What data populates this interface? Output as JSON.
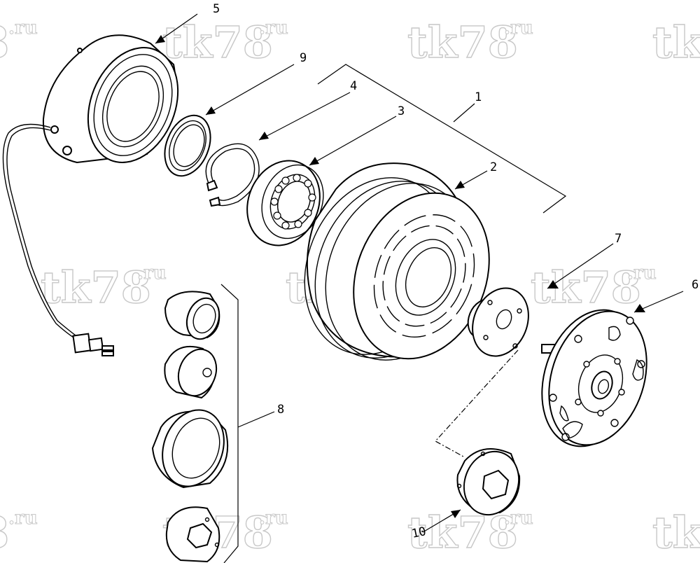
{
  "watermark": {
    "main": "tk78",
    "suffix": ".ru",
    "left_fragment_main": "8",
    "left_fragment_suffix": ".ru",
    "right_fragment": "tk"
  },
  "callouts": [
    {
      "id": "5",
      "label": "5"
    },
    {
      "id": "9",
      "label": "9"
    },
    {
      "id": "4",
      "label": "4"
    },
    {
      "id": "3",
      "label": "3"
    },
    {
      "id": "1",
      "label": "1"
    },
    {
      "id": "2",
      "label": "2"
    },
    {
      "id": "7",
      "label": "7"
    },
    {
      "id": "6",
      "label": "6"
    },
    {
      "id": "8",
      "label": "8"
    },
    {
      "id": "10",
      "label": "10"
    }
  ],
  "parts": [
    {
      "callout": "5",
      "icon": "field-coil-icon"
    },
    {
      "callout": "9",
      "icon": "seal-ring-icon"
    },
    {
      "callout": "4",
      "icon": "snap-ring-icon"
    },
    {
      "callout": "3",
      "icon": "bearing-icon"
    },
    {
      "callout": "2",
      "icon": "pulley-icon"
    },
    {
      "callout": "7",
      "icon": "shim-hub-icon"
    },
    {
      "callout": "6",
      "icon": "armature-plate-icon"
    },
    {
      "callout": "8",
      "icon": "tool-kit-icon"
    },
    {
      "callout": "10",
      "icon": "holder-tool-icon"
    }
  ]
}
